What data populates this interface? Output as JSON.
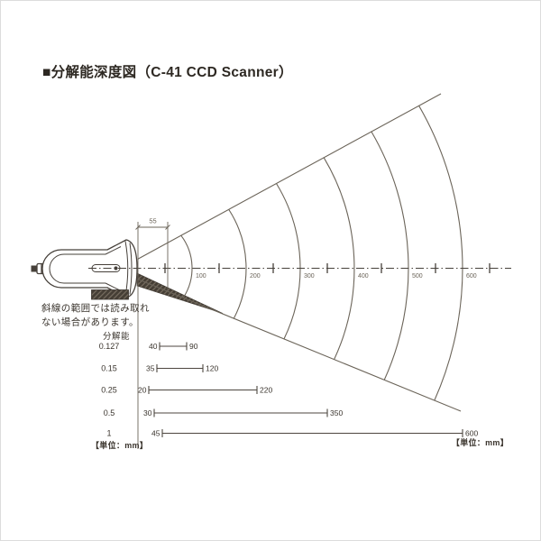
{
  "title": "■分解能深度図（C-41 CCD Scanner）",
  "note": {
    "line1": "斜線の範囲では読み取れ",
    "line2": "ない場合があります。"
  },
  "labels": {
    "unit_left": "【単位：mm】",
    "unit_right": "【単位：mm】"
  },
  "standoff": {
    "value": "55"
  },
  "table": {
    "header": "分解能"
  },
  "chart_data": {
    "type": "diagram",
    "subject": "分解能深度図（C-41 CCD Scanner）",
    "unit": "mm",
    "scanner_standoff_mm": 55,
    "axis_distances_mm": [
      100,
      200,
      300,
      400,
      500,
      600
    ],
    "axis_minor_ticks_mm": [
      50,
      150,
      250,
      350,
      450,
      550,
      650
    ],
    "depth_of_field_rows": [
      {
        "resolution": "0.127",
        "near_mm": 40,
        "far_mm": 90
      },
      {
        "resolution": "0.15",
        "near_mm": 35,
        "far_mm": 120
      },
      {
        "resolution": "0.25",
        "near_mm": 20,
        "far_mm": 220
      },
      {
        "resolution": "0.5",
        "near_mm": 30,
        "far_mm": 350
      },
      {
        "resolution": "1",
        "near_mm": 45,
        "far_mm": 600
      }
    ]
  }
}
